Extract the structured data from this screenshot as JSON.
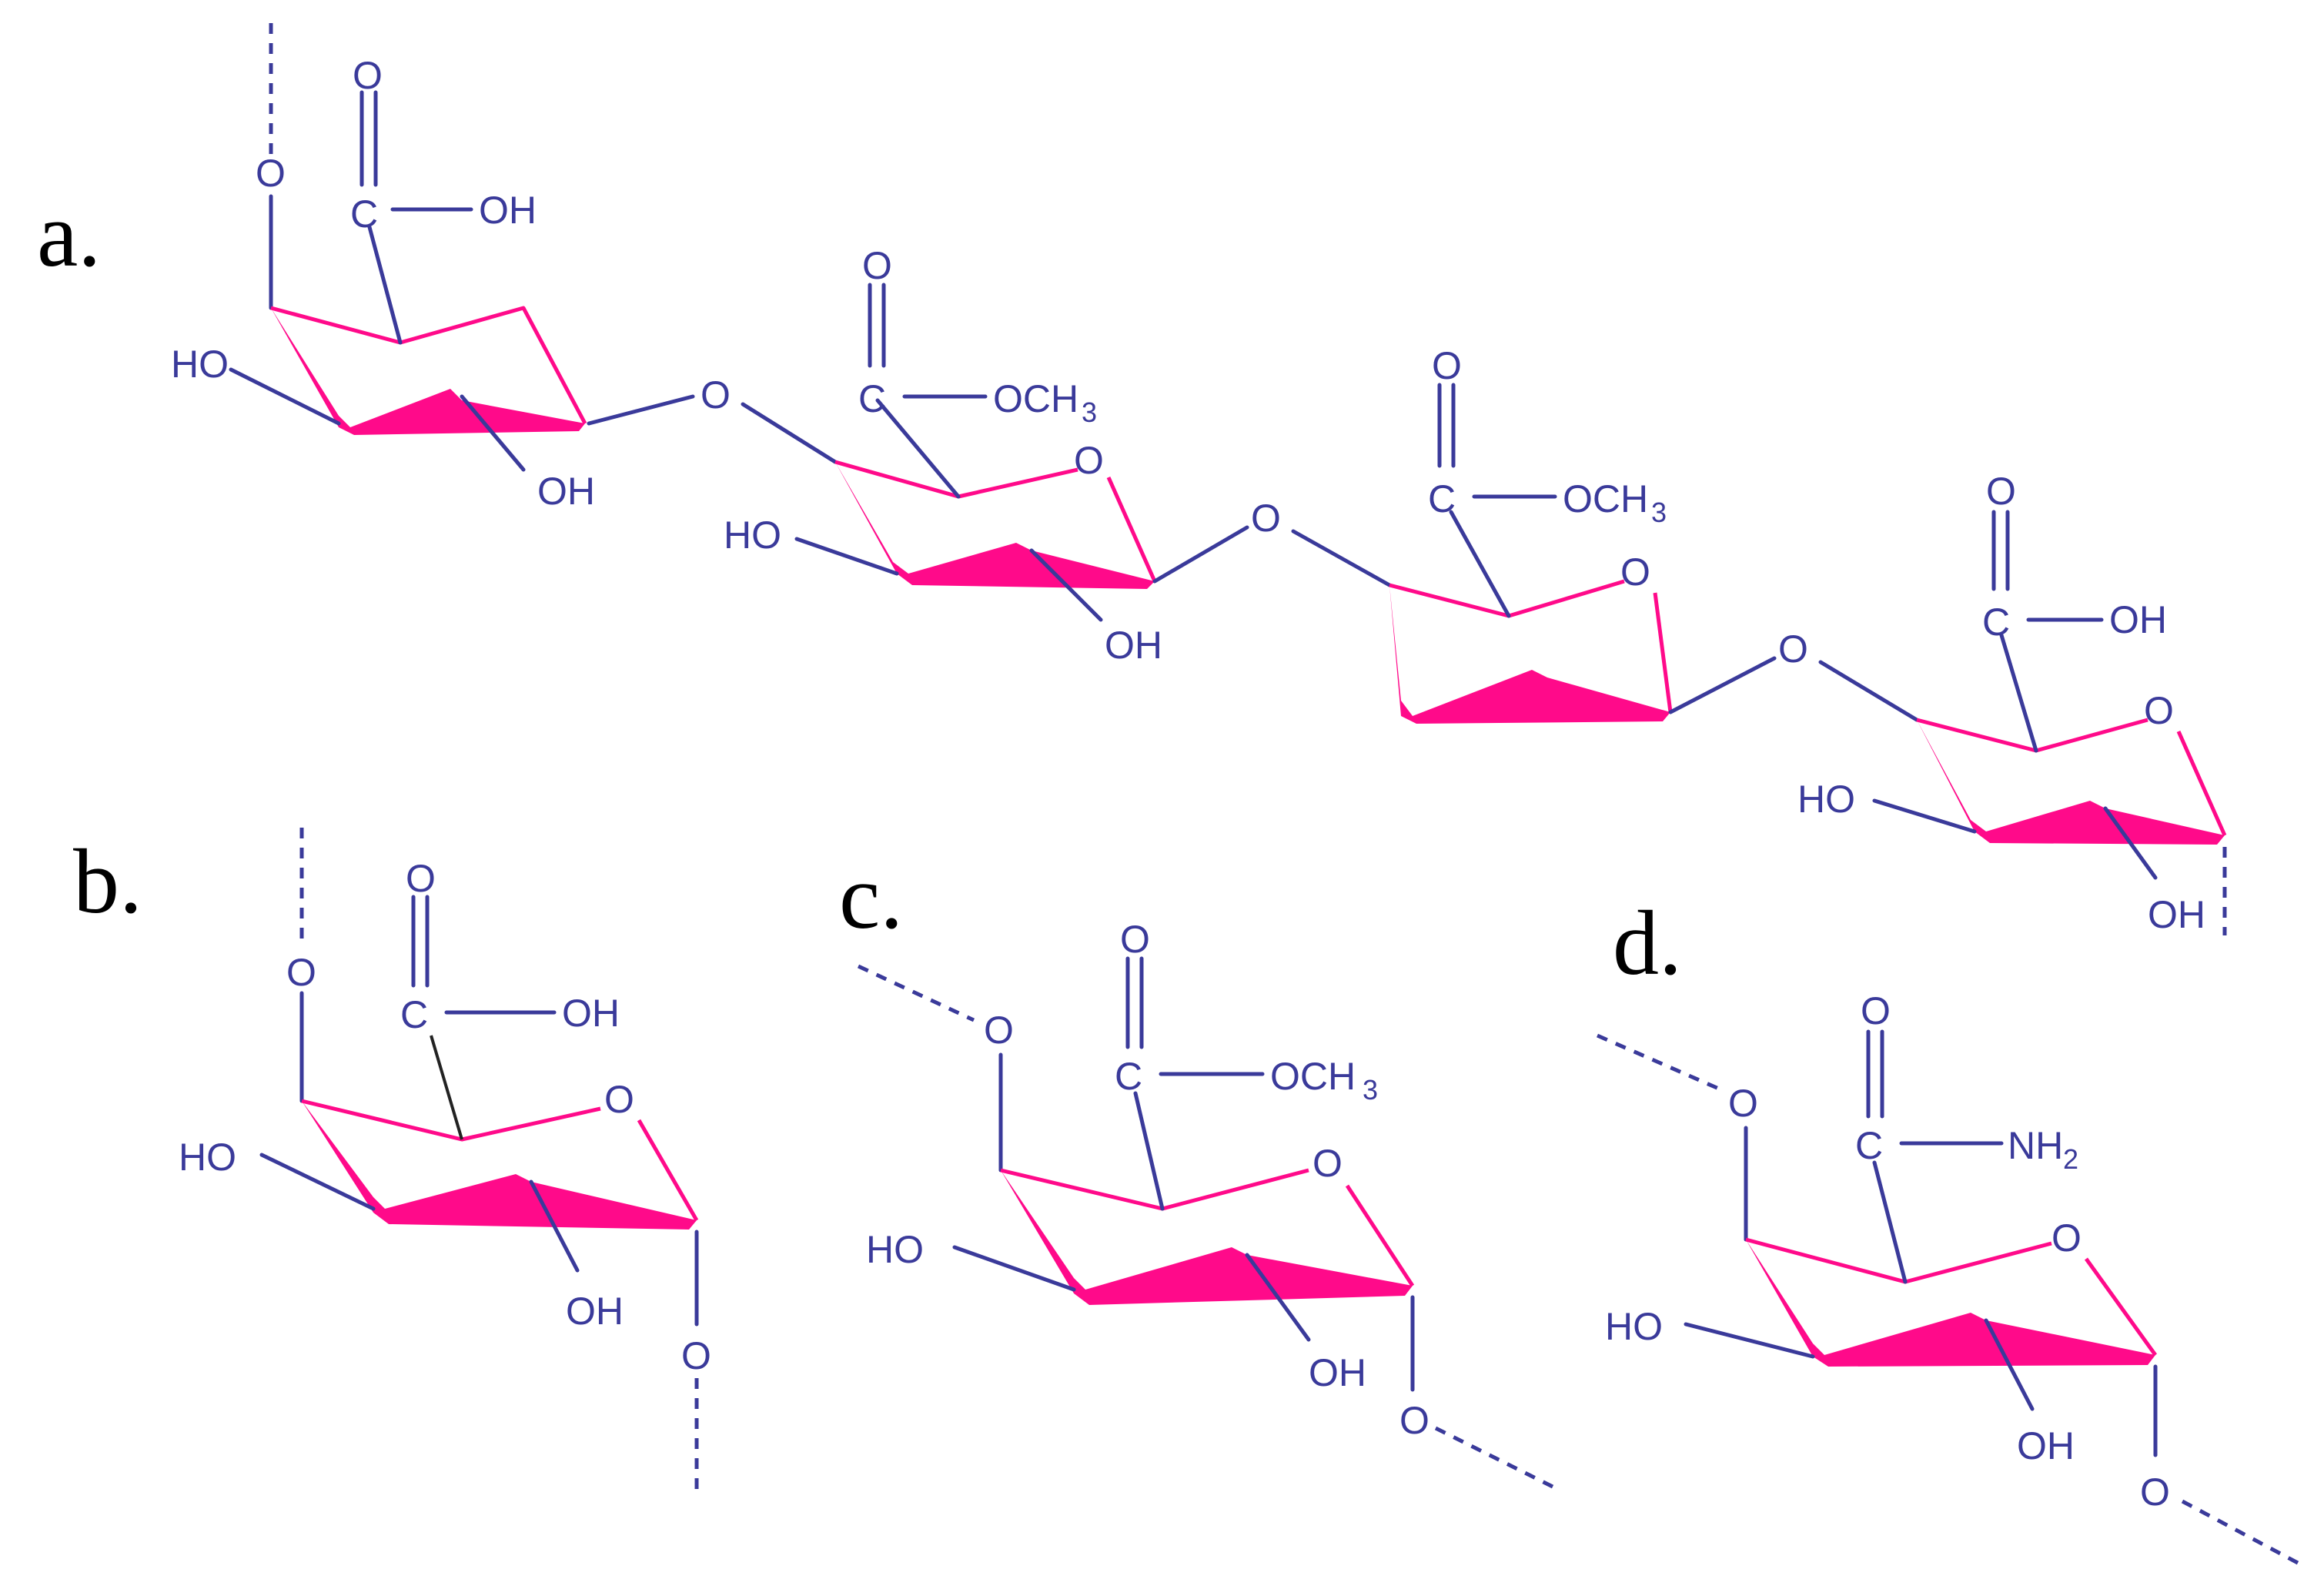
{
  "panels": {
    "a": {
      "label": "a."
    },
    "b": {
      "label": "b."
    },
    "c": {
      "label": "c."
    },
    "d": {
      "label": "d."
    }
  },
  "atoms": {
    "O": "O",
    "C": "C",
    "OH": "OH",
    "HO": "HO",
    "OCH": "OCH",
    "NH": "NH",
    "sub3": "3",
    "sub2": "2"
  },
  "colors": {
    "bonds": "#3a3a9a",
    "ring": "#ff0a8a",
    "labels": "#000000"
  }
}
